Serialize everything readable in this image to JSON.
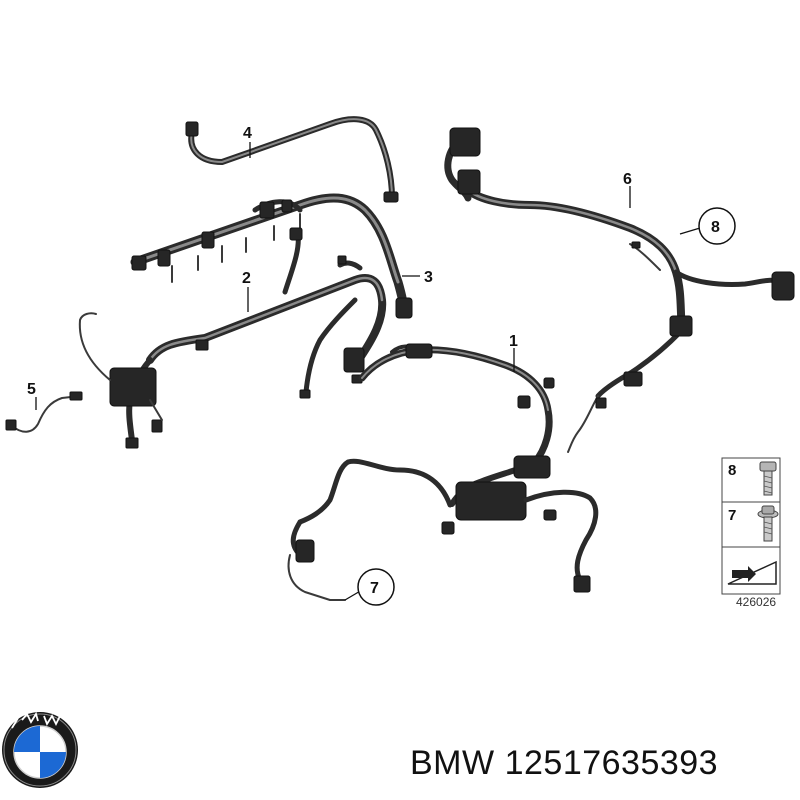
{
  "callouts": {
    "c1": "1",
    "c2": "2",
    "c3": "3",
    "c4": "4",
    "c5": "5",
    "c6": "6",
    "c7": "7",
    "c8": "8"
  },
  "legend": {
    "item_top": "8",
    "item_bottom": "7",
    "reference_number": "426026"
  },
  "caption": {
    "brand": "BMW",
    "part_number": "12517635393"
  },
  "logo": {
    "text": "BMW",
    "colors": {
      "blue": "#1c69d4",
      "white": "#ffffff",
      "ring": "#111111"
    }
  }
}
